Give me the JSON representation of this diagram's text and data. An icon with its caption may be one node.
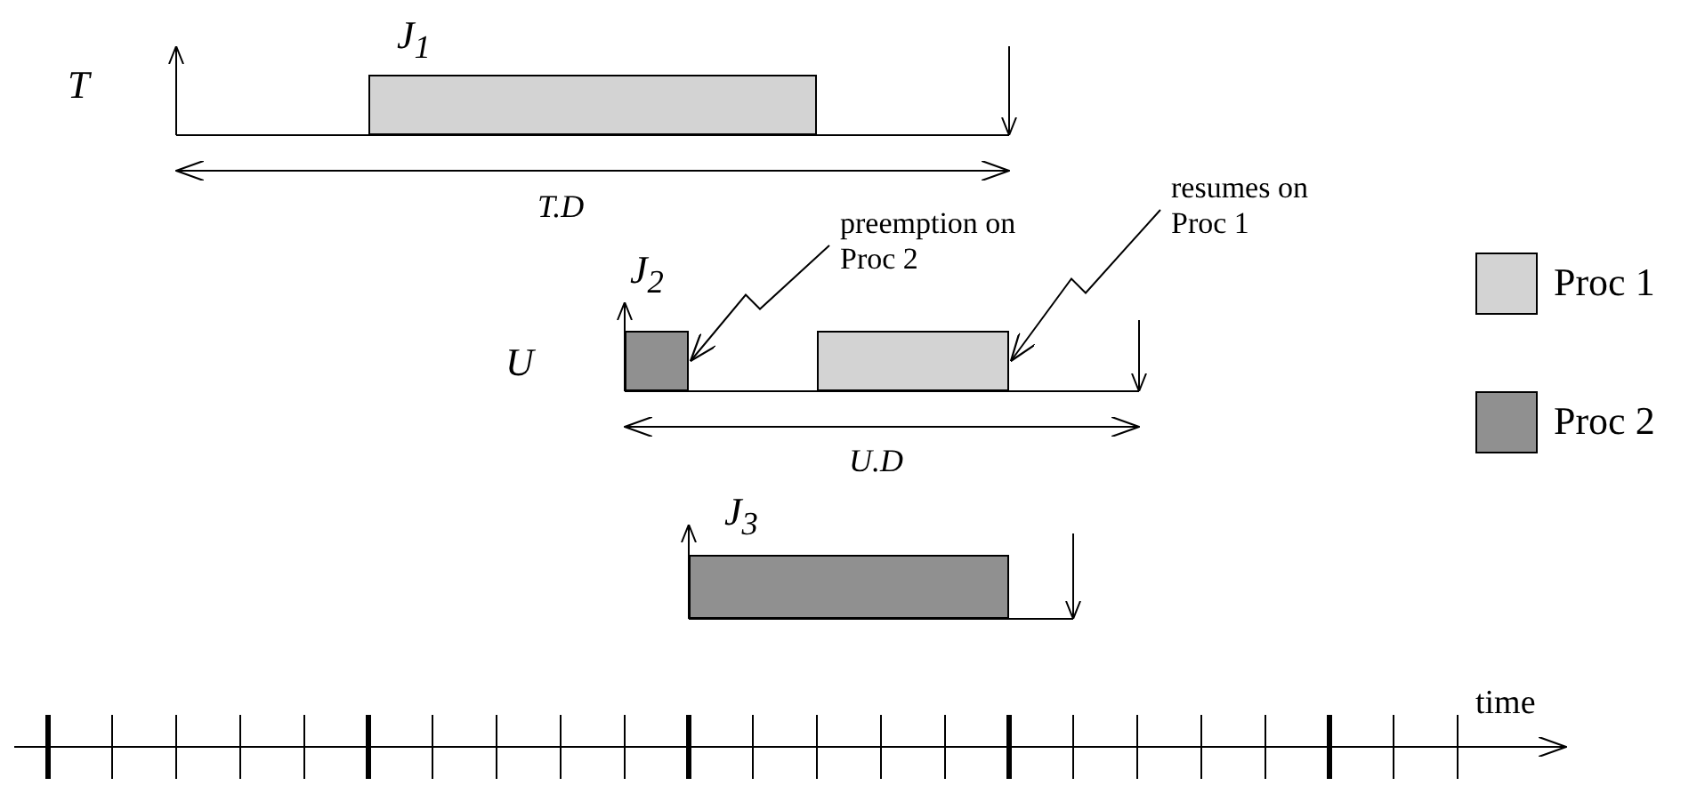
{
  "diagram": {
    "nodes": [
      {
        "text": [
          "preemption on Proc 2"
        ]
      },
      {
        "text": [
          "resumes on Proc 1"
        ]
      },
      {
        "text": [],
        "shape": "bar",
        "beside": [
          "J$_{1}$"
        ]
      },
      {
        "text": [],
        "shape": "bar",
        "beside": [
          "J$_{2}$"
        ]
      },
      {
        "text": [],
        "shape": "bar"
      },
      {
        "text": [],
        "shape": "bar",
        "beside": [
          "J$_{3}$"
        ]
      }
    ],
    "edges": [
      {
        "from": 0,
        "to": 3,
        "arrow": "to"
      },
      {
        "from": 1,
        "to": 4,
        "arrow": "to"
      }
    ],
    "labels": [
      "T",
      "T.D",
      "U",
      "U.D",
      "time"
    ],
    "legend": [
      {
        "text": "Proc 1",
        "color": "#d3d3d3"
      },
      {
        "text": "Proc 2",
        "color": "#909090"
      }
    ]
  }
}
